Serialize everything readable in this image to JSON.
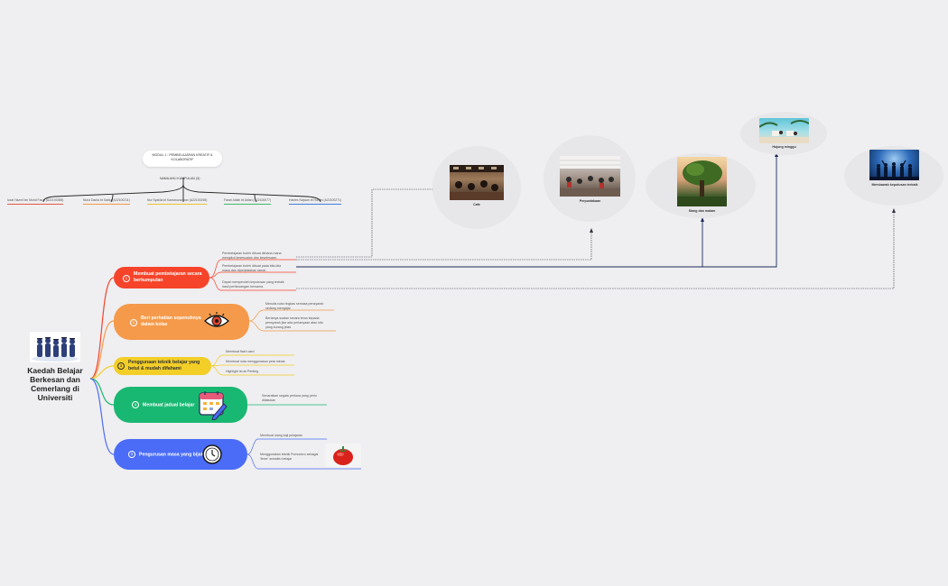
{
  "header": {
    "module_line1": "MODUL 1 : PEMBELAJARAN KREATIF &",
    "module_line2": "KOLABORATIF",
    "ahli_title": "NAMA AHLI KUMPULAN (3) :"
  },
  "members": [
    {
      "name": "Izzat Hazmi bin Mohd Fauzi (A22100355)",
      "color": "#e25a4a"
    },
    {
      "name": "Nurul Dania bt Sabtu (A22100211)",
      "color": "#f29b49"
    },
    {
      "name": "Nur Syakila bt Kamaruzzaman (A22100265)",
      "color": "#e8c43a"
    },
    {
      "name": "Farah Adlah bt Adlan (A22100077)",
      "color": "#3fba6f"
    },
    {
      "name": "Hanies Najwan bt Hardin (A22100271)",
      "color": "#3f7fe0"
    }
  ],
  "root": {
    "line1": "Kaedah Belajar",
    "line2": "Berkesan dan",
    "line3": "Cemerlang di",
    "line4": "Universiti"
  },
  "branches": [
    {
      "num": "1",
      "label_line1": "Membuat pembelajaran secara",
      "label_line2": "berkumpulan",
      "color": "#f5442a",
      "leaves": [
        {
          "line1": "Pembelajaran boleh dibuat dimana mana",
          "line2": "mengikut kesesuaian dan keselesaan."
        },
        {
          "line1": "Pembelajaran boleh dibuat pada bila-bila",
          "line2": "masa dan diperjelaskan ramai."
        },
        {
          "line1": "Dapat memperoleh keputusan yang terbaik",
          "line2": "hasil perbincangan bersama."
        }
      ]
    },
    {
      "num": "2",
      "label_line1": "Beri perhatian sepenuhnya",
      "label_line2": "dalam kelas",
      "color": "#f59a4a",
      "leaves": [
        {
          "line1": "Menulis nota ringkas semasa pensyarah",
          "line2": "sedang mengajar"
        },
        {
          "line1": "Bertanya soalan secara terus kepada",
          "line2": "pensyarah  jika ada pertanyaan atau info",
          "line3": "yang kurang jelas"
        }
      ]
    },
    {
      "num": "3",
      "label_line1": "Penggunaan teknik belajar yang",
      "label_line2": "betul & mudah difahami",
      "color": "#f2ce27",
      "leaves": [
        {
          "line1": "Membuat flash card"
        },
        {
          "line1": "Membuat nota menggunakan peta minda"
        },
        {
          "line1": "Highlight isi-isi Penting"
        }
      ]
    },
    {
      "num": "4",
      "label_line1": "Membuat jadual belajar",
      "color": "#19b872",
      "leaves": [
        {
          "line1": "Senaraikan segala perkara yang perlu",
          "line2": "dilakukan"
        }
      ]
    },
    {
      "num": "5",
      "label_line1": "Pengurusan masa yang bijak",
      "color": "#4a6cf7",
      "leaves": [
        {
          "line1": "Membuat ulang kaji pelajaran"
        },
        {
          "line1": "Menggunakan teknik Pomodoro sebagai",
          "line2": "'timer' sewaktu belajar"
        }
      ]
    }
  ],
  "photos": [
    {
      "label": "Cafe"
    },
    {
      "label": "Perpustakaan"
    },
    {
      "label": "Siang dan malam"
    },
    {
      "label": "Hujung minggu"
    },
    {
      "label": "Membawah keputusan terbaik"
    }
  ]
}
